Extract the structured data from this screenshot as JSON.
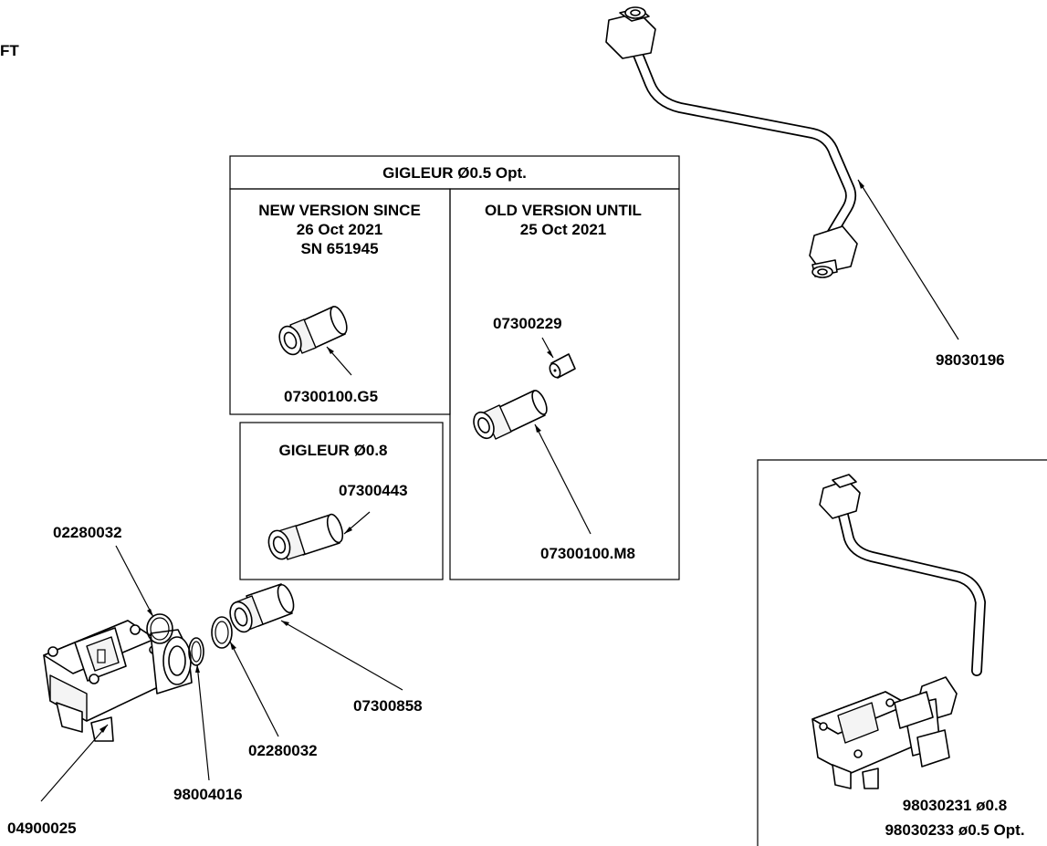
{
  "header_fragment": "FT",
  "boxes": {
    "jet_05": {
      "title": "GIGLEUR Ø0.5 Opt.",
      "new_version": {
        "line1": "NEW VERSION SINCE",
        "line2": "26 Oct 2021",
        "line3": "SN 651945",
        "part": "07300100.G5"
      },
      "old_version": {
        "line1": "OLD VERSION UNTIL",
        "line2": "25 Oct 2021",
        "part_insert": "07300229",
        "part_body": "07300100.M8"
      }
    },
    "jet_08": {
      "title": "GIGLEUR Ø0.8",
      "part": "07300443"
    },
    "assembly": {
      "line1": "98030231 ø0.8",
      "line2": "98030233 ø0.5 Opt."
    }
  },
  "parts": {
    "pipe": "98030196",
    "seal_upper": "02280032",
    "seal_lower": "02280032",
    "fitting": "07300858",
    "oring": "98004016",
    "flowmeter": "04900025"
  },
  "icons": [
    "pipe-drawing",
    "flowmeter-drawing",
    "fitting-drawing",
    "seal-ring-drawing",
    "jet-insert-drawing"
  ]
}
